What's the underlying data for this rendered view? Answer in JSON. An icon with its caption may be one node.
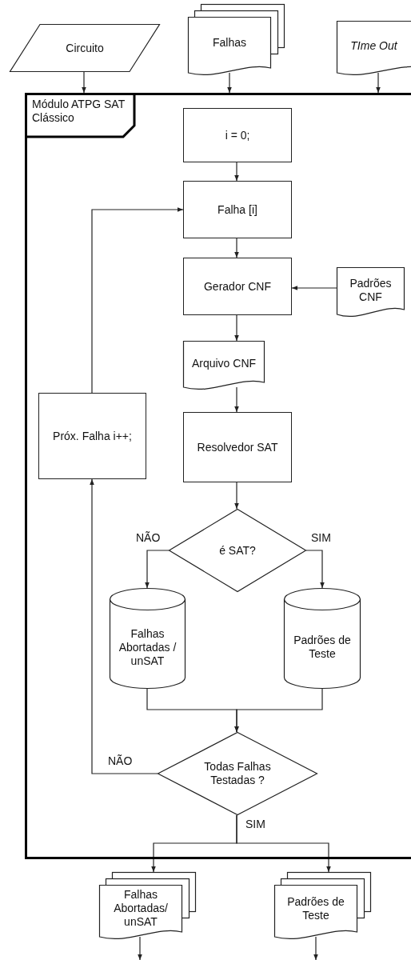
{
  "diagram": {
    "nodes": [
      {
        "text": [
          "Circuito"
        ]
      },
      {
        "text": [
          "Falhas"
        ]
      },
      {
        "text": [
          "TIme Out"
        ]
      },
      {
        "text": [
          "Módulo ATPG SAT Clássico"
        ]
      },
      {
        "text": [
          "i = 0;"
        ],
        "in": 3
      },
      {
        "text": [
          "Falha [i]"
        ],
        "in": 3
      },
      {
        "text": [
          "Gerador CNF"
        ],
        "in": 3
      },
      {
        "text": [
          "Padrões CNF"
        ],
        "in": 3
      },
      {
        "text": [
          "Arquivo CNF"
        ],
        "in": 3
      },
      {
        "text": [
          "Resolvedor SAT"
        ],
        "in": 3
      },
      {
        "text": [
          "Próx. Falha i++;"
        ],
        "in": 3
      },
      {
        "text": [
          "é SAT?"
        ],
        "in": 3
      },
      {
        "text": [
          "Falhas Abortadas / unSAT"
        ],
        "in": 3
      },
      {
        "text": [
          "Padrões de Teste"
        ],
        "in": 3
      },
      {
        "text": [
          "Todas Falhas Testadas ?"
        ],
        "in": 3
      },
      {
        "text": [
          "Falhas Abortadas/ unSAT"
        ]
      },
      {
        "text": [
          "Padrões de Teste"
        ]
      }
    ],
    "edges": [
      {
        "from": 0,
        "to": 3,
        "arrow": "to"
      },
      {
        "from": 1,
        "to": 3,
        "arrow": "to"
      },
      {
        "from": 2,
        "to": 3,
        "arrow": "to"
      },
      {
        "from": 4,
        "to": 5,
        "arrow": "to"
      },
      {
        "from": 5,
        "to": 6,
        "arrow": "to"
      },
      {
        "from": 7,
        "to": 6,
        "arrow": "to"
      },
      {
        "from": 6,
        "to": 8,
        "arrow": "to"
      },
      {
        "from": 8,
        "to": 9,
        "arrow": "to"
      },
      {
        "from": 9,
        "to": 11,
        "arrow": "to"
      },
      {
        "from": 11,
        "to": 12,
        "label": "NÃO",
        "arrow": "to"
      },
      {
        "from": 11,
        "to": 13,
        "label": "SIM",
        "arrow": "to"
      },
      {
        "from": 12,
        "to": 14,
        "arrow": "to"
      },
      {
        "from": 13,
        "to": 14,
        "arrow": "to"
      },
      {
        "from": 14,
        "to": 10,
        "label": "NÃO",
        "arrow": "to"
      },
      {
        "from": 10,
        "to": 5,
        "arrow": "to"
      },
      {
        "from": 14,
        "to": 15,
        "label": "SIM",
        "arrow": "to"
      },
      {
        "from": 14,
        "to": 16,
        "arrow": "to"
      },
      {
        "from": 15,
        "to": null,
        "arrow": "to"
      },
      {
        "from": 16,
        "to": null,
        "arrow": "to"
      }
    ]
  }
}
